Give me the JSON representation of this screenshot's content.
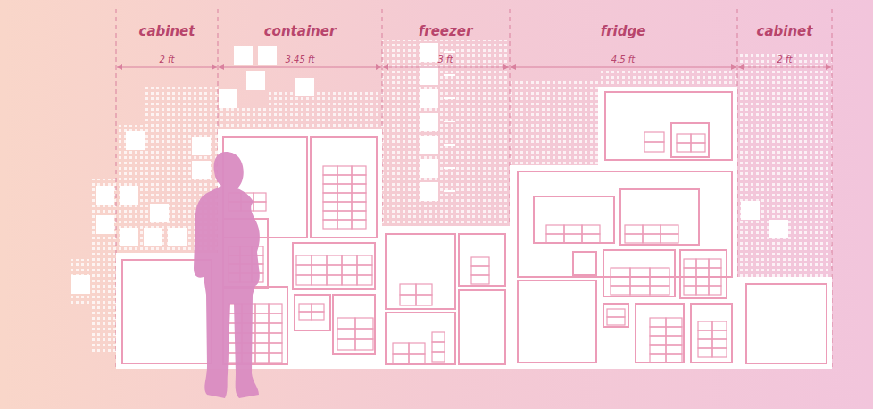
{
  "diagram": {
    "labels": [
      "cabinet",
      "2 ft",
      "container",
      "3.45 ft",
      "freezer",
      "3 ft",
      "fridge",
      "4.5 ft",
      "cabinet",
      "2 ft"
    ]
  }
}
